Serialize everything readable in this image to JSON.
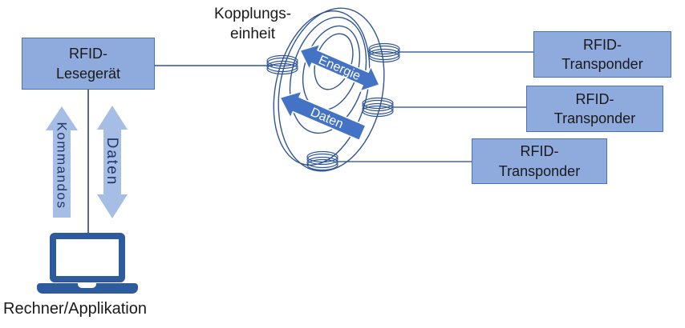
{
  "reader": {
    "line1": "RFID-",
    "line2": "Lesegerät"
  },
  "coupling": {
    "label_line1": "Kopplungs-",
    "label_line2": "einheit",
    "energie_label": "Energie",
    "daten_label": "Daten"
  },
  "transponders": [
    {
      "line1": "RFID-",
      "line2": "Transponder"
    },
    {
      "line1": "RFID-",
      "line2": "Transponder"
    },
    {
      "line1": "RFID-",
      "line2": "Transponder"
    }
  ],
  "link_arrows": {
    "kommandos": "Kommandos",
    "daten": "Daten"
  },
  "computer": {
    "label": "Rechner/Applikation"
  },
  "icons": {
    "computer": "laptop-icon",
    "antenna": "coil-icon",
    "field": "magnetic-field-lines"
  },
  "colors": {
    "box_fill": "#8faadc",
    "box_border": "#4472c4",
    "light_arrow_fill": "#a6bde6",
    "dark_arrow_fill": "#4472c4",
    "field_line_stroke": "#2f5597",
    "connector_stroke": "#44699d",
    "laptop_blue": "#2e5b9e",
    "text_dark": "#1a1a1a",
    "vertical_arrow_text": "#1f3864"
  }
}
